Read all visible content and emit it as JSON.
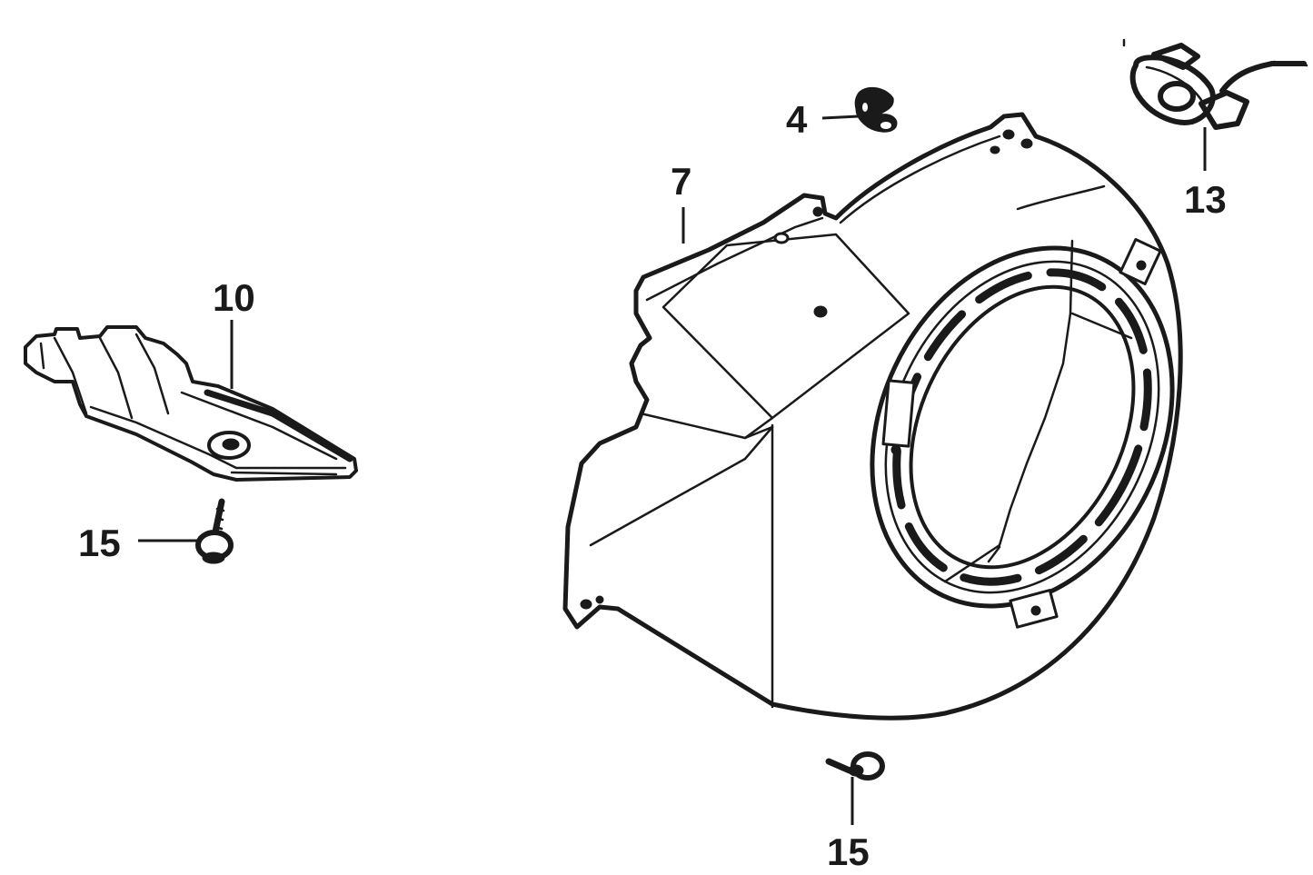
{
  "diagram": {
    "type": "exploded-parts-view",
    "colors": {
      "ink": "#1a1a1a",
      "background": "#ffffff"
    },
    "parts": [
      {
        "id": "part-4",
        "number": "4",
        "description": "clip"
      },
      {
        "id": "part-7",
        "number": "7",
        "description": "fan cover / shroud"
      },
      {
        "id": "part-10",
        "number": "10",
        "description": "cover plate"
      },
      {
        "id": "part-13",
        "number": "13",
        "description": "oil level switch / sensor"
      },
      {
        "id": "part-15a",
        "number": "15",
        "description": "flange bolt (left)"
      },
      {
        "id": "part-15b",
        "number": "15",
        "description": "flange bolt (bottom)"
      }
    ],
    "callouts": {
      "c4": "4",
      "c7": "7",
      "c10": "10",
      "c13": "13",
      "c15a": "15",
      "c15b": "15"
    }
  }
}
